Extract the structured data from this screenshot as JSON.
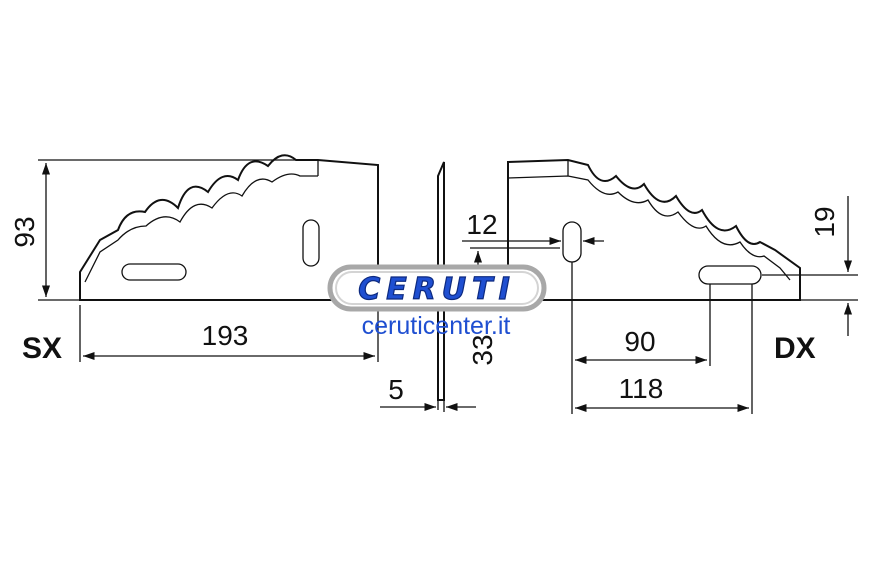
{
  "colors": {
    "ink": "#111111",
    "brand_blue": "#1f4fd1",
    "logo_outline": "#a8a8a8"
  },
  "labels": {
    "left_side": "SX",
    "right_side": "DX"
  },
  "dimensions": {
    "height_left": "93",
    "length_left": "193",
    "thickness": "5",
    "slot_width": "12",
    "hole_height": "33",
    "hole_spacing": "90",
    "hole_offset": "118",
    "slot_offset": "19"
  },
  "logo": {
    "brand": "CERUTI",
    "website": "ceruticenter.it"
  }
}
